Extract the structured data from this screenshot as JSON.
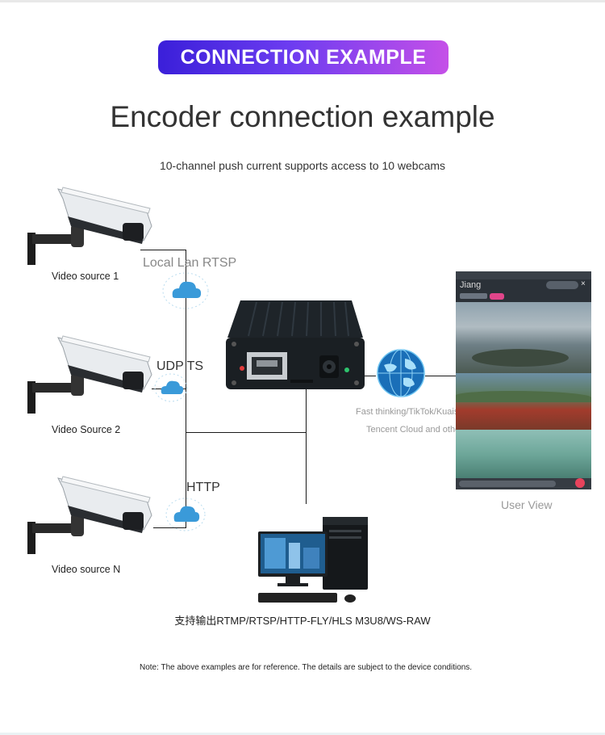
{
  "badge": "CONNECTION EXAMPLE",
  "title": "Encoder connection example",
  "subtitle": "10-channel push current supports access to 10 webcams",
  "cameras": [
    {
      "label": "Video source 1"
    },
    {
      "label": "Video Source 2"
    },
    {
      "label": "Video source N"
    }
  ],
  "protocols": {
    "rtsp": "Local Lan RTSP",
    "udp": "UDP TS",
    "http": "HTTP"
  },
  "platforms": {
    "line1": "Fast thinking/TikTok/Kuaishou",
    "line2": "Tencent Cloud and other platforms"
  },
  "phone": {
    "username": "Jiang",
    "caption": "",
    "user_view": "User View"
  },
  "output_text": "支持输出RTMP/RTSP/HTTP-FLY/HLS M3U8/WS-RAW",
  "note": "Note: The above examples are for reference. The details are subject to the device conditions.",
  "colors": {
    "badge_start": "#3a1fd9",
    "badge_end": "#c550e8",
    "cloud": "#3a9ad9",
    "line": "#1a1a1a"
  },
  "icons": {
    "camera": "security-camera-icon",
    "cloud": "cloud-icon",
    "encoder": "encoder-box-icon",
    "globe": "globe-icon",
    "computer": "desktop-computer-icon"
  }
}
